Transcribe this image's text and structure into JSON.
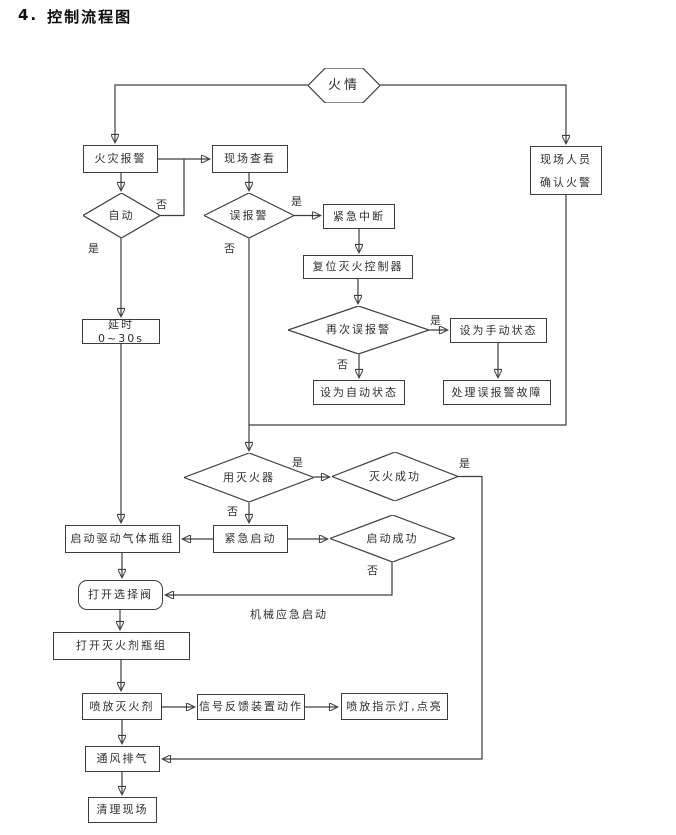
{
  "title": {
    "number": "4.",
    "text": "控制流程图"
  },
  "nodes": {
    "fire": "火情",
    "fire_alarm": "火灾报警",
    "site_check": "现场查看",
    "personnel_confirm": "现场人员\n确认火警",
    "auto": "自动",
    "false_alarm": "误报警",
    "emergency_stop": "紧急中断",
    "reset_controller": "复位灭火控制器",
    "false_alarm_again": "再次误报警",
    "set_manual": "设为手动状态",
    "set_auto": "设为自动状态",
    "handle_fault": "处理误报警故障",
    "delay": "延时 0~30s",
    "use_extinguisher": "用灭火器",
    "extinguish_success": "灭火成功",
    "emergency_start": "紧急启动",
    "start_success": "启动成功",
    "start_gas_cylinders": "启动驱动气体瓶组",
    "open_selector_valve": "打开选择阀",
    "open_agent_cylinders": "打开灭火剂瓶组",
    "spray_agent": "喷放灭火剂",
    "signal_feedback": "信号反馈装置动作",
    "spray_indicator": "喷放指示灯,点亮",
    "ventilate": "通风排气",
    "clean_site": "清理现场"
  },
  "edge_labels": {
    "yes": "是",
    "no": "否",
    "mechanical_emergency_start": "机械应急启动"
  },
  "colors": {
    "line": "#3d3d3d",
    "text": "#2f2f2f",
    "background": "#ffffff"
  }
}
